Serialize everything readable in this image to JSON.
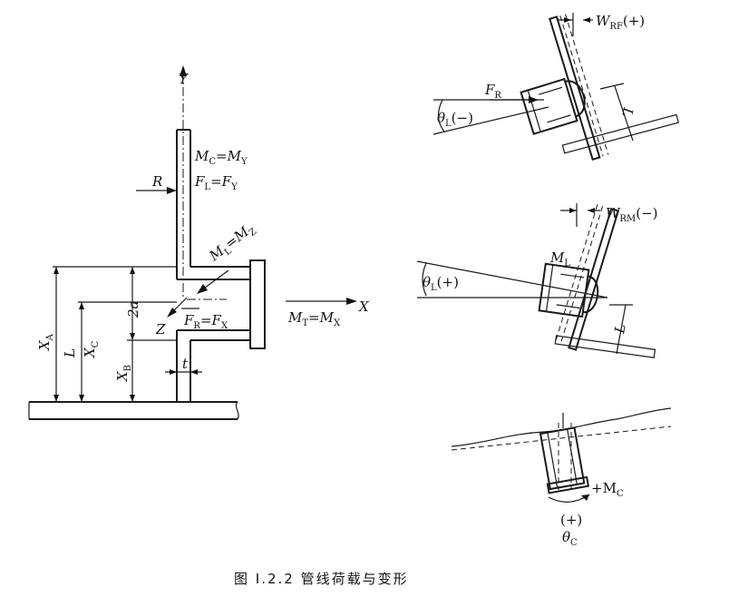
{
  "caption": "图 I.2.2  管线荷载与变形",
  "left": {
    "axis_y": "Y",
    "axis_x": "X",
    "axis_z": "Z",
    "R": "R",
    "two_a": "2a",
    "t": "t",
    "MC_MY": {
      "M": "M",
      "s1": "C",
      "eq": "=",
      "M2": "M",
      "s2": "Y"
    },
    "FL_FY": {
      "M": "F",
      "s1": "L",
      "eq": "=",
      "M2": "F",
      "s2": "Y"
    },
    "ML_MZ": {
      "M": "M",
      "s1": "L",
      "eq": "=",
      "M2": "M",
      "s2": "Z"
    },
    "FR_FX": {
      "M": "F",
      "s1": "R",
      "eq": "=",
      "M2": "F",
      "s2": "X"
    },
    "MT_MX": {
      "M": "M",
      "s1": "T",
      "eq": "=",
      "M2": "M",
      "s2": "X"
    },
    "XA": {
      "M": "X",
      "s": "A"
    },
    "L": "L",
    "XC": {
      "M": "X",
      "s": "C"
    },
    "XB": {
      "M": "X",
      "s": "B"
    }
  },
  "right_top": {
    "W": "W",
    "Wsub": "RF",
    "Wsign": "(+)",
    "F": "F",
    "Fsub": "R",
    "theta": "θ",
    "thetasub": "L",
    "thetasign": "(−)",
    "L": "L"
  },
  "right_mid": {
    "W": "W",
    "Wsub": "RM",
    "Wsign": "(−)",
    "M": "M",
    "Msub": "L",
    "theta": "θ",
    "thetasub": "L",
    "thetasign": "(+)",
    "L": "L"
  },
  "right_bot": {
    "M": "+M",
    "Msub": "C",
    "sign": "(+)",
    "theta": "θ",
    "thetasub": "C"
  }
}
